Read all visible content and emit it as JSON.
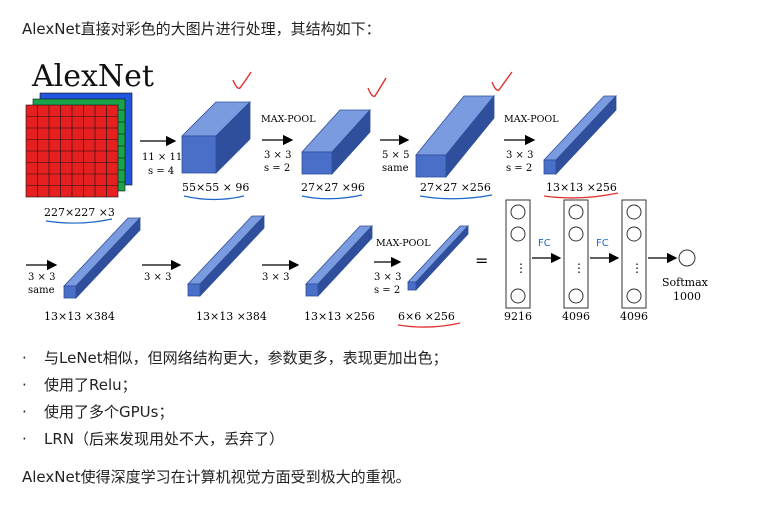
{
  "intro": "AlexNet直接对彩色的大图片进行处理，其结构如下：",
  "diagram": {
    "title": "AlexNet",
    "input_size": "227×227 ×3",
    "conv1": {
      "kernel": "11 × 11",
      "stride": "s = 4",
      "out": "55×55 × 96"
    },
    "pool1": {
      "label": "MAX-POOL",
      "kernel": "3 × 3",
      "stride": "s = 2",
      "out": "27×27 ×96"
    },
    "conv2": {
      "kernel": "5 × 5",
      "pad": "same",
      "out": "27×27 ×256"
    },
    "pool2": {
      "label": "MAX-POOL",
      "kernel": "3 × 3",
      "stride": "s = 2",
      "out": "13×13 ×256"
    },
    "conv3": {
      "kernel": "3 × 3",
      "pad": "same",
      "out": "13×13 ×384"
    },
    "conv4": {
      "kernel": "3 × 3",
      "out": "13×13 ×384"
    },
    "conv5": {
      "kernel": "3 × 3",
      "out": "13×13 ×256"
    },
    "pool3": {
      "label": "MAX-POOL",
      "kernel": "3 × 3",
      "stride": "s = 2",
      "out": "6×6 ×256"
    },
    "equals": "=",
    "fc": [
      {
        "size": "9216"
      },
      {
        "size": "4096"
      },
      {
        "size": "4096"
      }
    ],
    "fc_annot": "FC",
    "dots": "⋮",
    "softmax": "Softmax",
    "softmax_n": "1000"
  },
  "bullets": [
    "与LeNet相似，但网络结构更大，参数更多，表现更加出色；",
    "使用了Relu；",
    "使用了多个GPUs；",
    "LRN（后来发现用处不大，丢弃了）"
  ],
  "bullet_mark": "·",
  "outro": "AlexNet使得深度学习在计算机视觉方面受到极大的重视。",
  "colors": {
    "block": "#4a6fc9",
    "block_top": "#7b9be0",
    "block_side": "#2f4f9c",
    "red_grid": "#e62020",
    "green_grid": "#1aa34a",
    "blue_grid": "#2255dd",
    "annotation_blue": "#1e66c8",
    "annotation_red": "#e03030"
  }
}
